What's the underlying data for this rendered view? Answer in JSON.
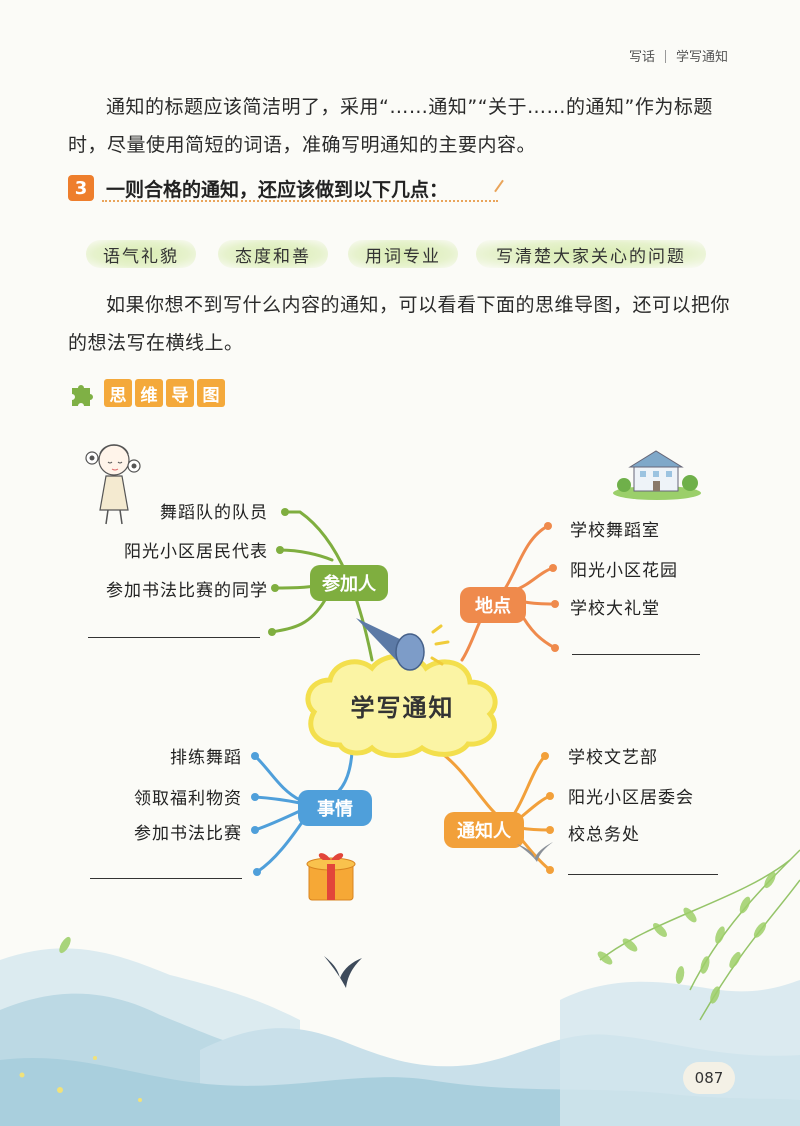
{
  "header": {
    "section": "写话",
    "topic": "学写通知"
  },
  "paragraph1": "通知的标题应该简洁明了，采用“……通知”“关于……的通知”作为标题时，尽量使用简短的词语，准确写明通知的主要内容。",
  "section3": {
    "number": "3",
    "text": "一则合格的通知，还应该做到以下几点："
  },
  "tags": [
    "语气礼貌",
    "态度和善",
    "用词专业",
    "写清楚大家关心的问题"
  ],
  "paragraph2": "如果你想不到写什么内容的通知，可以看看下面的思维导图，还可以把你的想法写在横线上。",
  "mindmap": {
    "title_chars": [
      "思",
      "维",
      "导",
      "图"
    ],
    "center": "学写通知",
    "branches": {
      "participants": {
        "label": "参加人",
        "items": [
          "舞蹈队的队员",
          "阳光小区居民代表",
          "参加书法比赛的同学"
        ]
      },
      "location": {
        "label": "地点",
        "items": [
          "学校舞蹈室",
          "阳光小区花园",
          "学校大礼堂"
        ]
      },
      "matter": {
        "label": "事情",
        "items": [
          "排练舞蹈",
          "领取福利物资",
          "参加书法比赛"
        ]
      },
      "notifier": {
        "label": "通知人",
        "items": [
          "学校文艺部",
          "阳光小区居委会",
          "校总务处"
        ]
      }
    },
    "colors": {
      "green": "#7fae3f",
      "orange": "#ef8a4c",
      "blue": "#4f9fda",
      "amber": "#f2a03a",
      "cloud": "#f6eb6e"
    }
  },
  "page_number": "087"
}
